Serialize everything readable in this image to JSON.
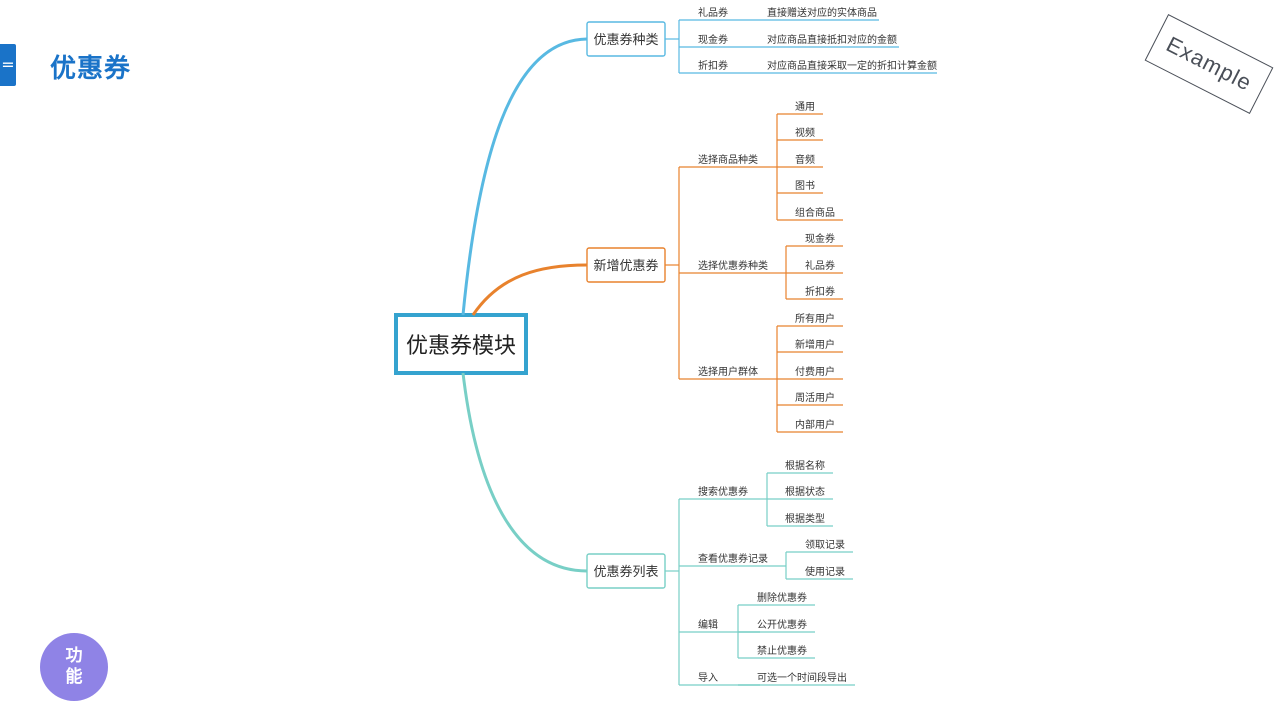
{
  "header": {
    "title": "优惠券",
    "menu_glyph": "="
  },
  "stamp": {
    "text": "Example"
  },
  "badge": {
    "line1": "功",
    "line2": "能"
  },
  "colors": {
    "accent": "#1a73c8",
    "blue": "#58b9e2",
    "orange": "#e8822d",
    "teal": "#78cfc6",
    "root_border": "#35a3cf",
    "badge": "#8f83e6"
  },
  "mindmap": {
    "root": "优惠券模块",
    "branches": [
      {
        "label": "优惠券种类",
        "color": "blue",
        "items": [
          {
            "label": "礼品券",
            "children": [
              "直接赠送对应的实体商品"
            ]
          },
          {
            "label": "现金券",
            "children": [
              "对应商品直接抵扣对应的金额"
            ]
          },
          {
            "label": "折扣券",
            "children": [
              "对应商品直接采取一定的折扣计算金额"
            ]
          }
        ]
      },
      {
        "label": "新增优惠券",
        "color": "orange",
        "items": [
          {
            "label": "选择商品种类",
            "children": [
              "通用",
              "视频",
              "音频",
              "图书",
              "组合商品"
            ]
          },
          {
            "label": "选择优惠券种类",
            "children": [
              "现金券",
              "礼品券",
              "折扣券"
            ]
          },
          {
            "label": "选择用户群体",
            "children": [
              "所有用户",
              "新增用户",
              "付费用户",
              "周活用户",
              "内部用户"
            ]
          }
        ]
      },
      {
        "label": "优惠券列表",
        "color": "teal",
        "items": [
          {
            "label": "搜索优惠券",
            "children": [
              "根据名称",
              "根据状态",
              "根据类型"
            ]
          },
          {
            "label": "查看优惠券记录",
            "children": [
              "领取记录",
              "使用记录"
            ]
          },
          {
            "label": "编辑",
            "children": [
              "删除优惠券",
              "公开优惠券",
              "禁止优惠券"
            ]
          },
          {
            "label": "导入",
            "children": [
              "可选一个时间段导出"
            ]
          }
        ]
      }
    ]
  }
}
